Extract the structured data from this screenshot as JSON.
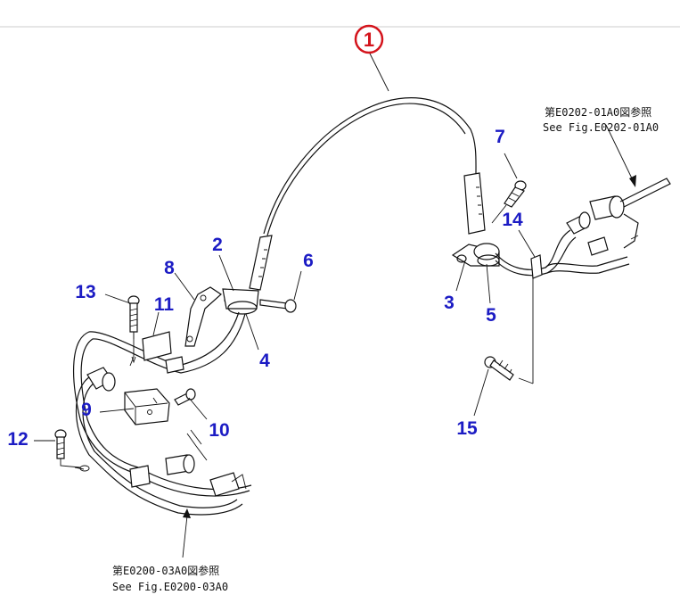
{
  "callouts": {
    "main_part": "1",
    "p2": "2",
    "p3": "3",
    "p4": "4",
    "p5": "5",
    "p6": "6",
    "p7": "7",
    "p8": "8",
    "p9": "9",
    "p10": "10",
    "p11": "11",
    "p12": "12",
    "p13": "13",
    "p14": "14",
    "p15": "15"
  },
  "references": {
    "upper_right_jp": "第E0202-01A0図参照",
    "upper_right_en": "See Fig.E0202-01A0",
    "bottom_jp": "第E0200-03A0図参照",
    "bottom_en": "See Fig.E0200-03A0"
  },
  "colors": {
    "callout_blue": "#1c1cc4",
    "highlight_red": "#d4141c",
    "line": "#111111"
  }
}
